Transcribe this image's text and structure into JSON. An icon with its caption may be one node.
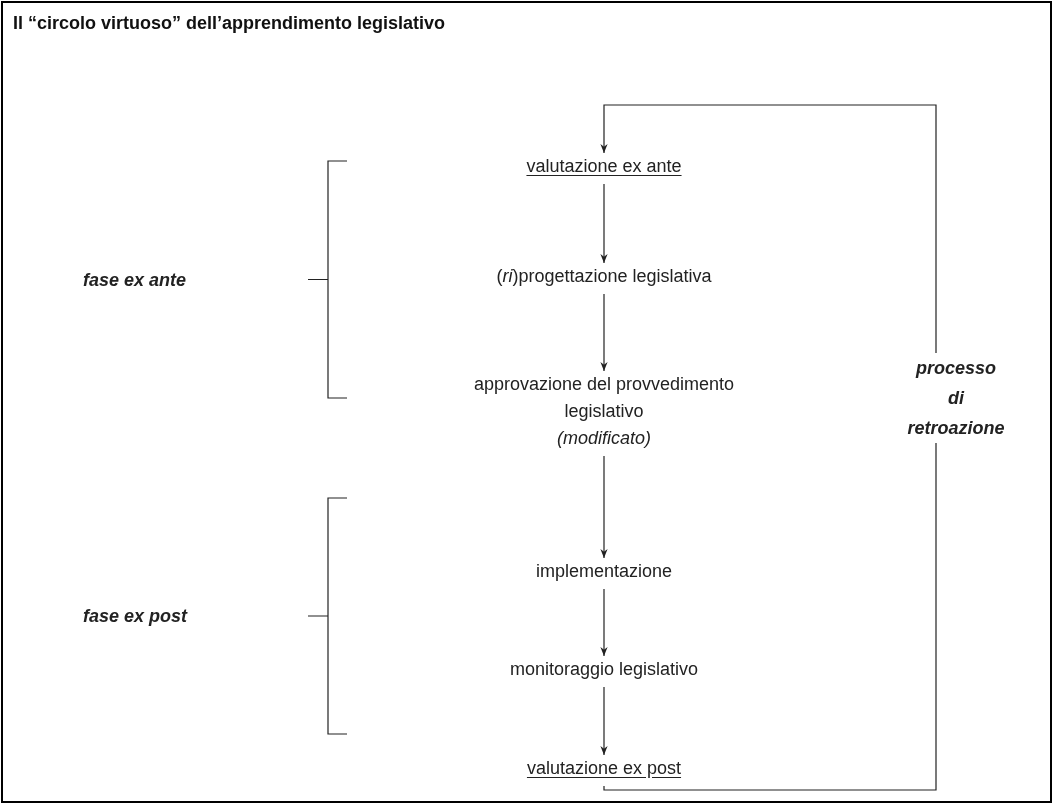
{
  "diagram": {
    "title": "Il “circolo virtuoso” dell’apprendimento legislativo",
    "nodes": [
      {
        "text": [
          "valutazione ex ante"
        ]
      },
      {
        "text": [
          "(*ri*)progettazione legislativa"
        ]
      },
      {
        "text": [
          "approvazione del provvedimento legislativo",
          "(modificato)"
        ]
      },
      {
        "text": [
          "implementazione"
        ]
      },
      {
        "text": [
          "monitoraggio legislativo"
        ]
      },
      {
        "text": [
          "valutazione ex post"
        ]
      }
    ],
    "edges": [
      {
        "from": 0,
        "to": 1,
        "arrow": "to"
      },
      {
        "from": 1,
        "to": 2,
        "arrow": "to"
      },
      {
        "from": 2,
        "to": 3,
        "arrow": "to"
      },
      {
        "from": 3,
        "to": 4,
        "arrow": "to"
      },
      {
        "from": 4,
        "to": 5,
        "arrow": "to"
      },
      {
        "from": 5,
        "to": 0,
        "arrow": "to",
        "label": "processo di retroazione"
      }
    ],
    "labels": [
      "fase ex ante",
      "fase ex post"
    ]
  }
}
